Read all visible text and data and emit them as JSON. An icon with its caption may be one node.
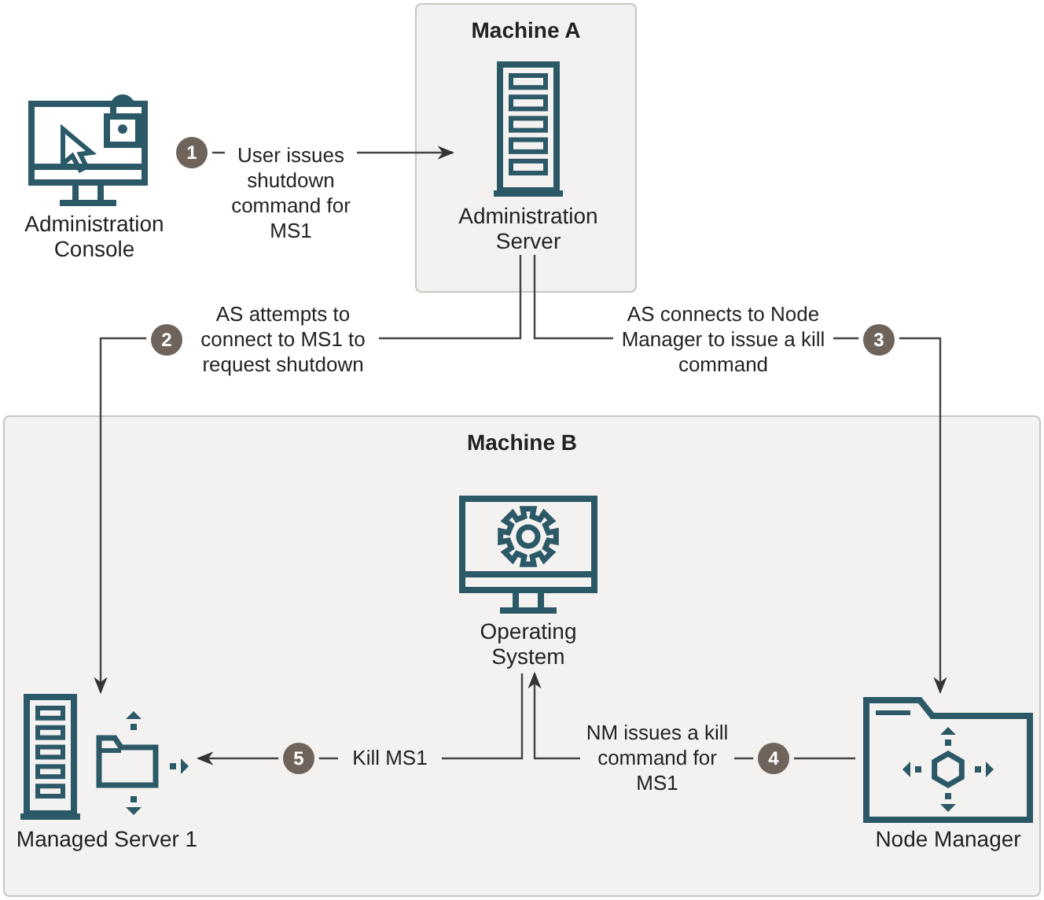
{
  "diagram": {
    "nodes": [
      {
        "text": [
          "Machine A"
        ]
      },
      {
        "text": [
          "Administration Server"
        ],
        "in": 0
      },
      {
        "text": [
          "Administration Console"
        ]
      },
      {
        "text": [
          "Machine B"
        ]
      },
      {
        "text": [
          "Operating System"
        ],
        "in": 3
      },
      {
        "text": [
          "Managed Server 1"
        ],
        "in": 3
      },
      {
        "text": [
          "Node Manager"
        ],
        "in": 3
      }
    ],
    "edges": [
      {
        "from": 2,
        "to": 1,
        "arrow": "to",
        "label": "User issues shutdown command for MS1"
      },
      {
        "from": 1,
        "to": 5,
        "arrow": "to",
        "label": "AS attempts to connect to MS1 to request shutdown"
      },
      {
        "from": 1,
        "to": 6,
        "arrow": "to",
        "label": "AS connects to Node Manager to issue a kill command"
      },
      {
        "from": 6,
        "to": 4,
        "arrow": "to",
        "label": "NM issues a kill command for MS1"
      },
      {
        "from": 4,
        "to": 5,
        "arrow": "to",
        "label": "Kill MS1"
      }
    ],
    "labels": [
      "1",
      "2",
      "3",
      "4",
      "5"
    ]
  }
}
